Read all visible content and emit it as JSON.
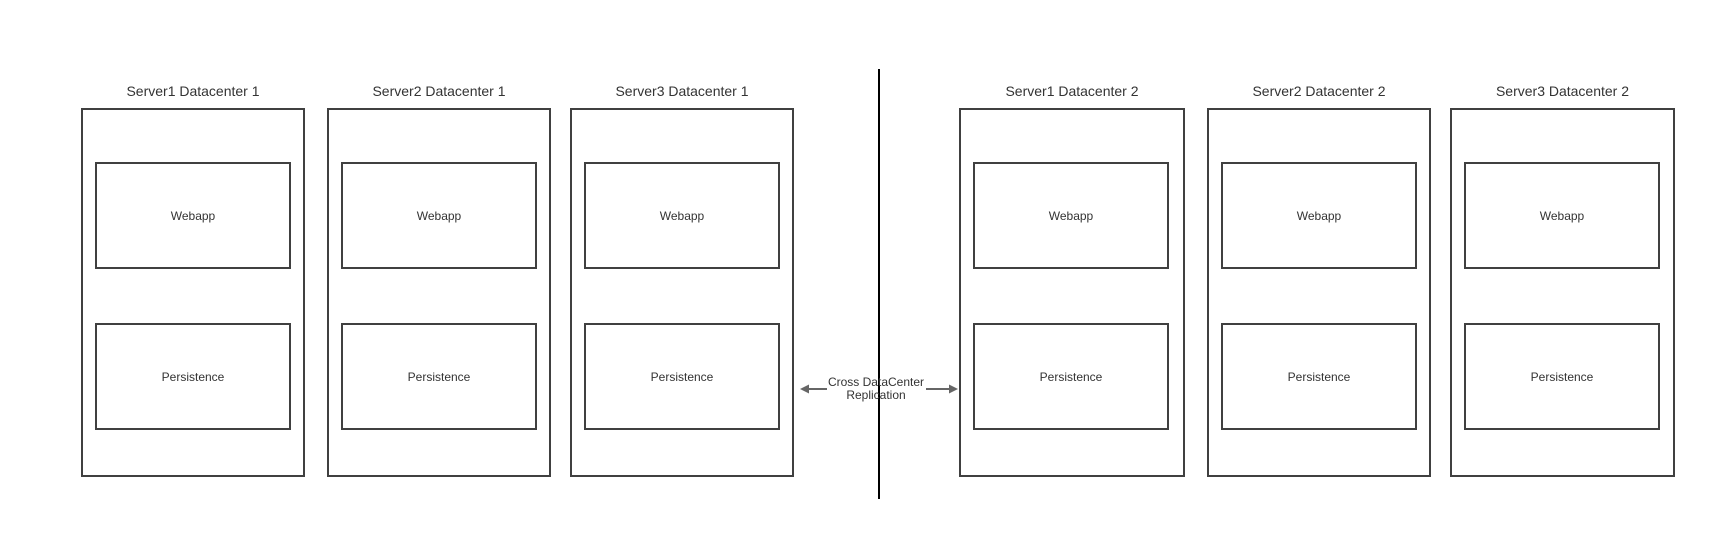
{
  "servers": [
    {
      "title": "Server1 Datacenter 1",
      "webapp": "Webapp",
      "persistence": "Persistence"
    },
    {
      "title": "Server2 Datacenter 1",
      "webapp": "Webapp",
      "persistence": "Persistence"
    },
    {
      "title": "Server3 Datacenter 1",
      "webapp": "Webapp",
      "persistence": "Persistence"
    },
    {
      "title": "Server1 Datacenter 2",
      "webapp": "Webapp",
      "persistence": "Persistence"
    },
    {
      "title": "Server2 Datacenter 2",
      "webapp": "Webapp",
      "persistence": "Persistence"
    },
    {
      "title": "Server3 Datacenter 2",
      "webapp": "Webapp",
      "persistence": "Persistence"
    }
  ],
  "replication": {
    "line1": "Cross DataCenter",
    "line2": "Replication"
  },
  "colors": {
    "bg": "#ffffff",
    "box_border": "#404040",
    "divider": "#000000",
    "arrow": "#666666",
    "text": "#333333"
  }
}
